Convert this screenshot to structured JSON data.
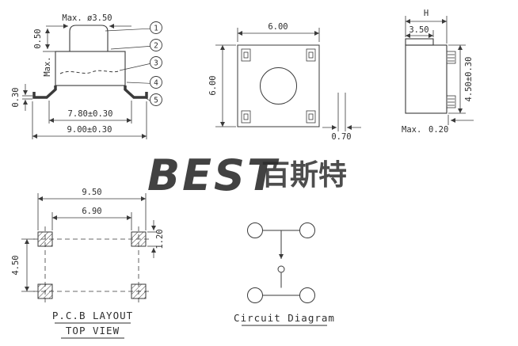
{
  "drawing": {
    "front_view": {
      "dim_cap_diameter": "Max. ø3.50",
      "dim_cap_height": "0.50",
      "dim_body_label": "Max.",
      "dim_inner_width": "7.80±0.30",
      "dim_outer_width": "9.00±0.30",
      "dim_lead_thickness": "0.30",
      "callouts": [
        "1",
        "2",
        "3",
        "4",
        "5"
      ]
    },
    "top_view": {
      "dim_width": "6.00",
      "dim_depth": "6.00",
      "dim_lead_width": "0.70"
    },
    "side_view": {
      "dim_total_width": "H",
      "dim_cap_width": "3.50",
      "dim_height": "4.50±0.30",
      "dim_standoff_label": "Max.",
      "dim_standoff_value": "0.20"
    },
    "pcb_layout": {
      "dim_outer_span": "9.50",
      "dim_inner_span": "6.90",
      "dim_pad_width": "1.20",
      "dim_row_pitch": "4.50",
      "title": "P.C.B LAYOUT",
      "subtitle": "TOP VIEW"
    },
    "circuit": {
      "title": "Circuit Diagram"
    },
    "watermark": {
      "latin": "BEST",
      "cjk": "百斯特",
      "color_latin": "#abcfe9",
      "color_cjk": "#bdd9f0"
    }
  }
}
